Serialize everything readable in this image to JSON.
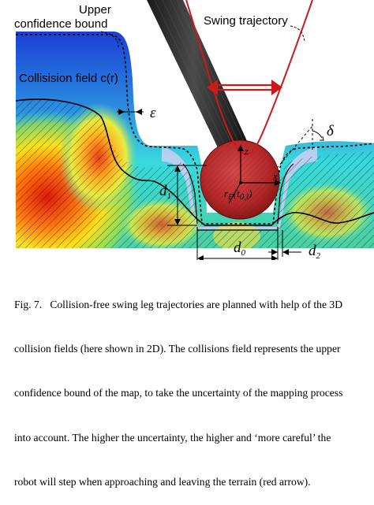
{
  "figure": {
    "labels": {
      "upper_bound_line1": "Upper",
      "upper_bound_line2": "confidence bound",
      "swing_trajectory": "Swing trajectory",
      "collision_field": "Collisision field c(r)",
      "epsilon": "ε",
      "delta": "δ",
      "d1": "d",
      "d1_sub": "1",
      "d0": "d",
      "d0_sub": "0",
      "d2": "d",
      "d2_sub": "2",
      "axis_z": "z",
      "axis_x": "x",
      "foot_label": "r",
      "foot_label_sub": "F",
      "foot_label_arg": "(t",
      "foot_label_arg_sub": "0,i",
      "foot_label_close": ")"
    },
    "colors": {
      "field_low": "#1a3fd6",
      "field_mid": "#35d6e8",
      "field_high": "#e02010",
      "uncertainty": "#c8cdf2",
      "trajectory": "#cc1a1a",
      "foot": "#b82a2a"
    }
  },
  "caption": {
    "lines": [
      "Fig. 7.   Collision-free swing leg trajectories are planned with help of the 3D",
      "collision fields (here shown in 2D). The collisions field represents the upper",
      "confidence bound of the map, to take the uncertainty of the mapping process",
      "into account. The higher the uncertainty, the higher and ‘more careful’ the",
      "robot will step when approaching and leaving the terrain (red arrow)."
    ]
  }
}
